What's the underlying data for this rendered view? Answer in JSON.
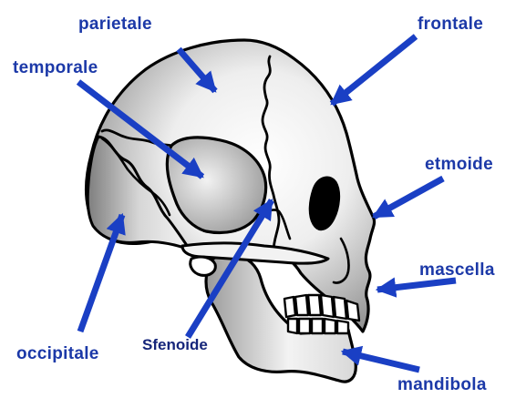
{
  "diagram": {
    "labels": {
      "parietale": "parietale",
      "frontale": "frontale",
      "temporale": "temporale",
      "etmoide": "etmoide",
      "mascella": "mascella",
      "occipitale": "occipitale",
      "sfenoide": "Sfenoide",
      "mandibola": "mandibola"
    },
    "colors": {
      "arrow": "#1a3fc4",
      "label": "#1c39a8",
      "label_dark": "#15257a",
      "outline": "#000000",
      "bone_light": "#ffffff",
      "bone_shade": "#8c8c8c"
    }
  }
}
